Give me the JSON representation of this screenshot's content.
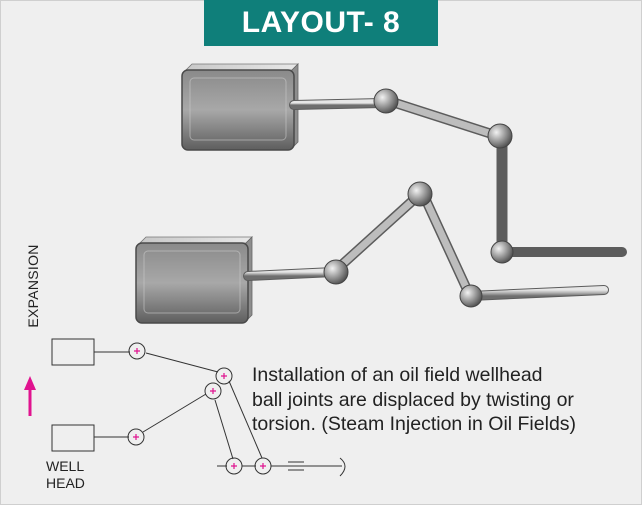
{
  "title": "LAYOUT- 8",
  "expansion_label": "EXPANSION",
  "wellhead_label": [
    "WELL",
    "HEAD"
  ],
  "caption": [
    "Installation of an oil field wellhead",
    "ball joints are displaced by twisting or",
    "torsion. (Steam Injection in Oil Fields)"
  ],
  "colors": {
    "banner": "#0f7f7a",
    "arrow": "#e0138f",
    "pipe": "#9a9a9a",
    "marker": "#e0138f"
  }
}
